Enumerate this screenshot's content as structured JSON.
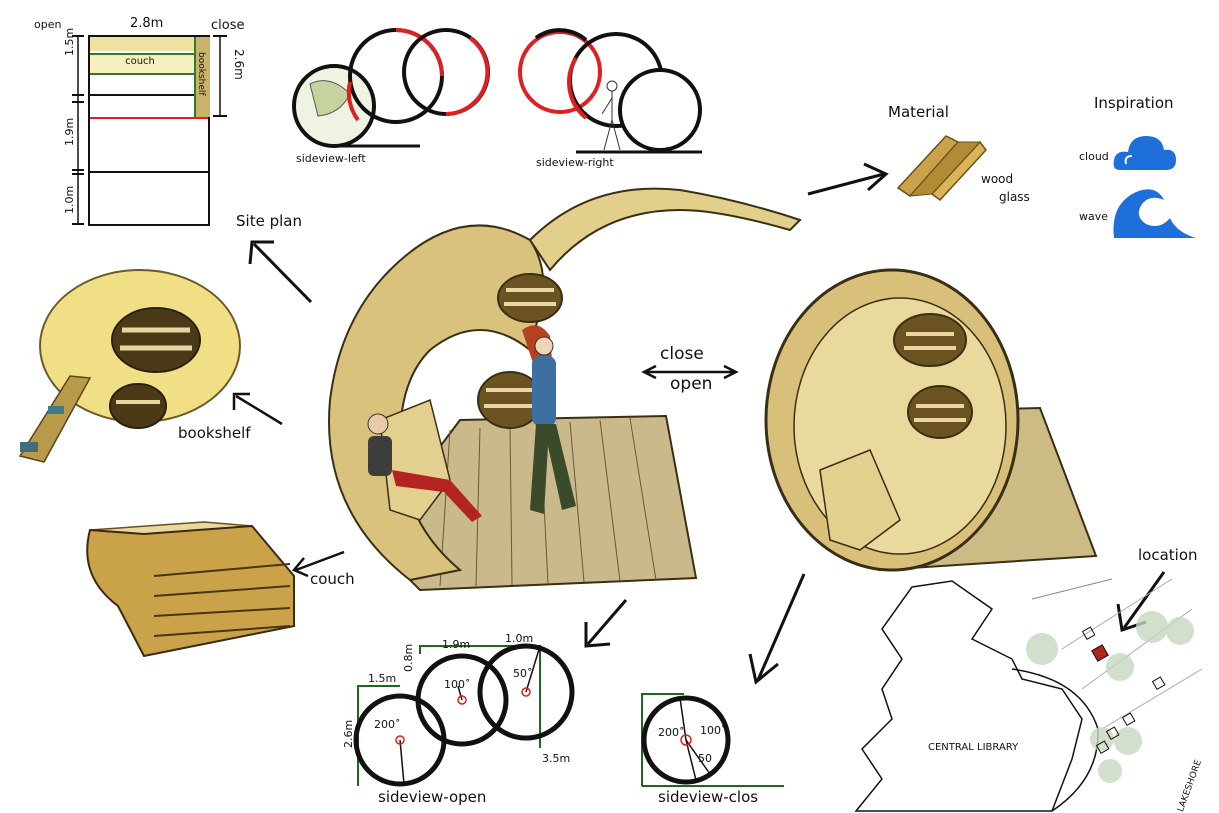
{
  "site_plan": {
    "label_open": "open",
    "label_close": "close",
    "width_label": "2.8m",
    "dims": [
      "1.5m",
      "1.9m",
      "1.0m"
    ],
    "right_dim": "2.6m",
    "couch_label": "couch",
    "bookshelf_label": "bookshelf",
    "title": "Site plan"
  },
  "sideviews_top": {
    "left_label": "sideview-left",
    "right_label": "sideview-right"
  },
  "material": {
    "title": "Material",
    "items": [
      "wood",
      "glass"
    ]
  },
  "inspiration": {
    "title": "Inspiration",
    "items": [
      {
        "label": "cloud",
        "icon": "cloud-icon",
        "color": "#1e6fd9"
      },
      {
        "label": "wave",
        "icon": "wave-icon",
        "color": "#1e6fd9"
      }
    ]
  },
  "callouts": {
    "bookshelf": "bookshelf",
    "couch": "couch",
    "close": "close",
    "open": "open",
    "location": "location"
  },
  "sideview_open": {
    "title": "sideview-open",
    "dims_top": [
      "1.9m",
      "1.0m"
    ],
    "dims_left": [
      "1.5m",
      "0.8m",
      "2.6m"
    ],
    "dim_right": "3.5m",
    "angles": [
      "200˚",
      "100˚",
      "50˚"
    ]
  },
  "sideview_close": {
    "title": "sideview-clos",
    "angles": [
      "200˚",
      "100˚",
      "50"
    ]
  },
  "map": {
    "building_label": "CENTRAL LIBRARY",
    "street_label": "LAKESHORE"
  },
  "colors": {
    "accent_red": "#e02020",
    "wood": "#d8c07a",
    "wood_dark": "#8a6a2a",
    "plan_couch": "#f6efc2",
    "plan_shelf": "#c9b36a",
    "plan_green": "#2f7a2f",
    "dim_green": "#1b6b1b"
  }
}
